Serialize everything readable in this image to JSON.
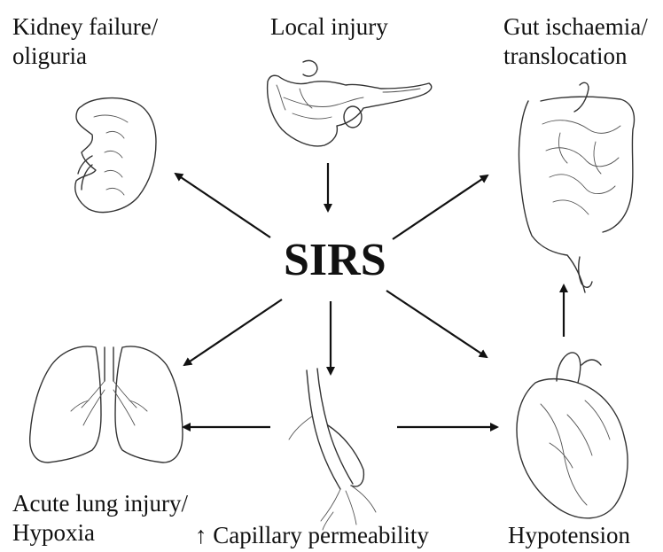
{
  "center_label": "SIRS",
  "labels": {
    "kidney": [
      "Kidney failure/",
      "oliguria"
    ],
    "local_injury": "Local injury",
    "gut": [
      "Gut ischaemia/",
      "translocation"
    ],
    "lung": [
      "Acute lung injury/",
      "Hypoxia"
    ],
    "capillary": "Capillary permeability",
    "capillary_prefix": "↑",
    "hypotension": "Hypotension"
  },
  "icons": [
    "pancreas-icon",
    "kidney-icon",
    "intestine-icon",
    "lungs-icon",
    "blood-vessel-icon",
    "heart-icon"
  ]
}
